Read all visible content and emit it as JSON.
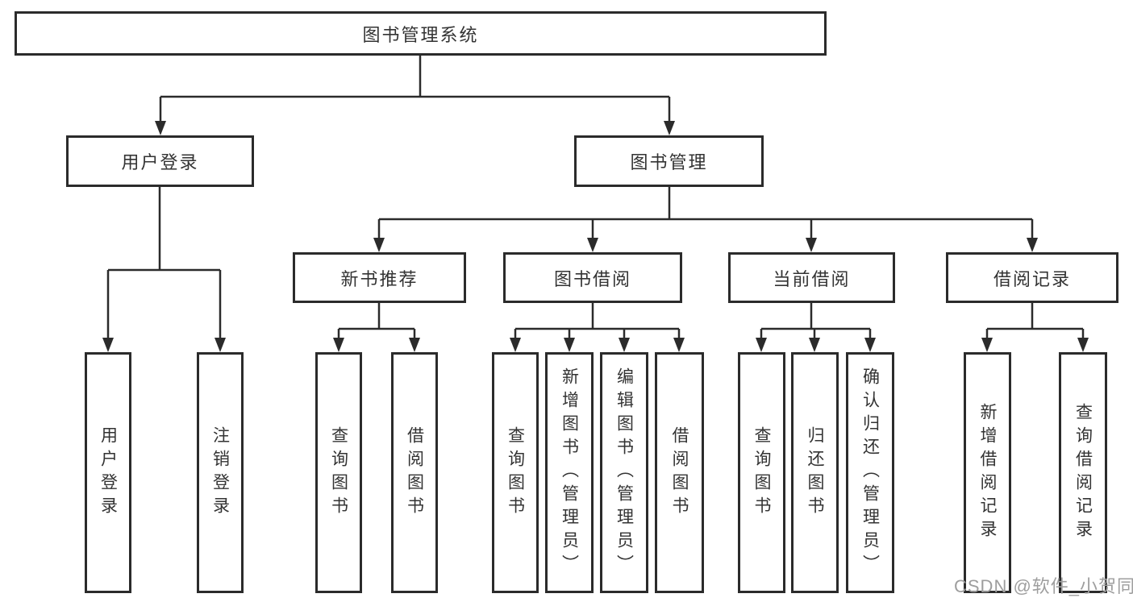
{
  "diagram_type": "hierarchy-tree",
  "colors": {
    "background": "#ffffff",
    "line": "#2b2b2b",
    "box_border": "#2b2b2b",
    "text": "#333333",
    "watermark": "#9e9e9e"
  },
  "tree": {
    "root": {
      "label": "图书管理系统"
    },
    "children": [
      {
        "label": "用户登录",
        "children": [
          {
            "label": "用户登录"
          },
          {
            "label": "注销登录"
          }
        ]
      },
      {
        "label": "图书管理",
        "children": [
          {
            "label": "新书推荐",
            "children": [
              {
                "label": "查询图书"
              },
              {
                "label": "借阅图书"
              }
            ]
          },
          {
            "label": "图书借阅",
            "children": [
              {
                "label": "查询图书"
              },
              {
                "label": "新增图书（管理员）"
              },
              {
                "label": "编辑图书（管理员）"
              },
              {
                "label": "借阅图书"
              }
            ]
          },
          {
            "label": "当前借阅",
            "children": [
              {
                "label": "查询图书"
              },
              {
                "label": "归还图书"
              },
              {
                "label": "确认归还（管理员）"
              }
            ]
          },
          {
            "label": "借阅记录",
            "children": [
              {
                "label": "新增借阅记录"
              },
              {
                "label": "查询借阅记录"
              }
            ]
          }
        ]
      }
    ]
  },
  "watermark": {
    "text": "CSDN @软件_小贺同学"
  }
}
